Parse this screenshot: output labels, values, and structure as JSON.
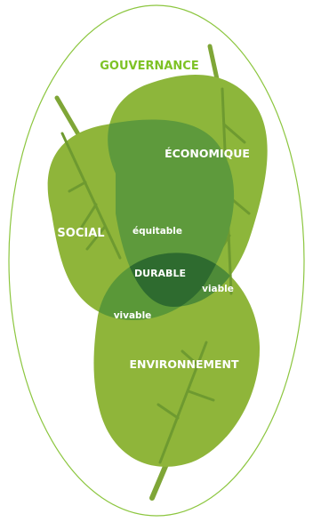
{
  "title": "GOUVERNANCE",
  "leaves": {
    "social": "SOCIAL",
    "economic": "ÉCONOMIQUE",
    "environment": "ENVIRONNEMENT"
  },
  "intersections": {
    "equitable": "équitable",
    "viable": "viable",
    "vivable": "vivable",
    "center": "DURABLE"
  },
  "colors": {
    "title": "#7ec225",
    "outline": "#8cc63f",
    "leaf_light": "#8fb53a",
    "leaf_mid": "#5e9a3c",
    "leaf_dark": "#2e6b2f"
  }
}
